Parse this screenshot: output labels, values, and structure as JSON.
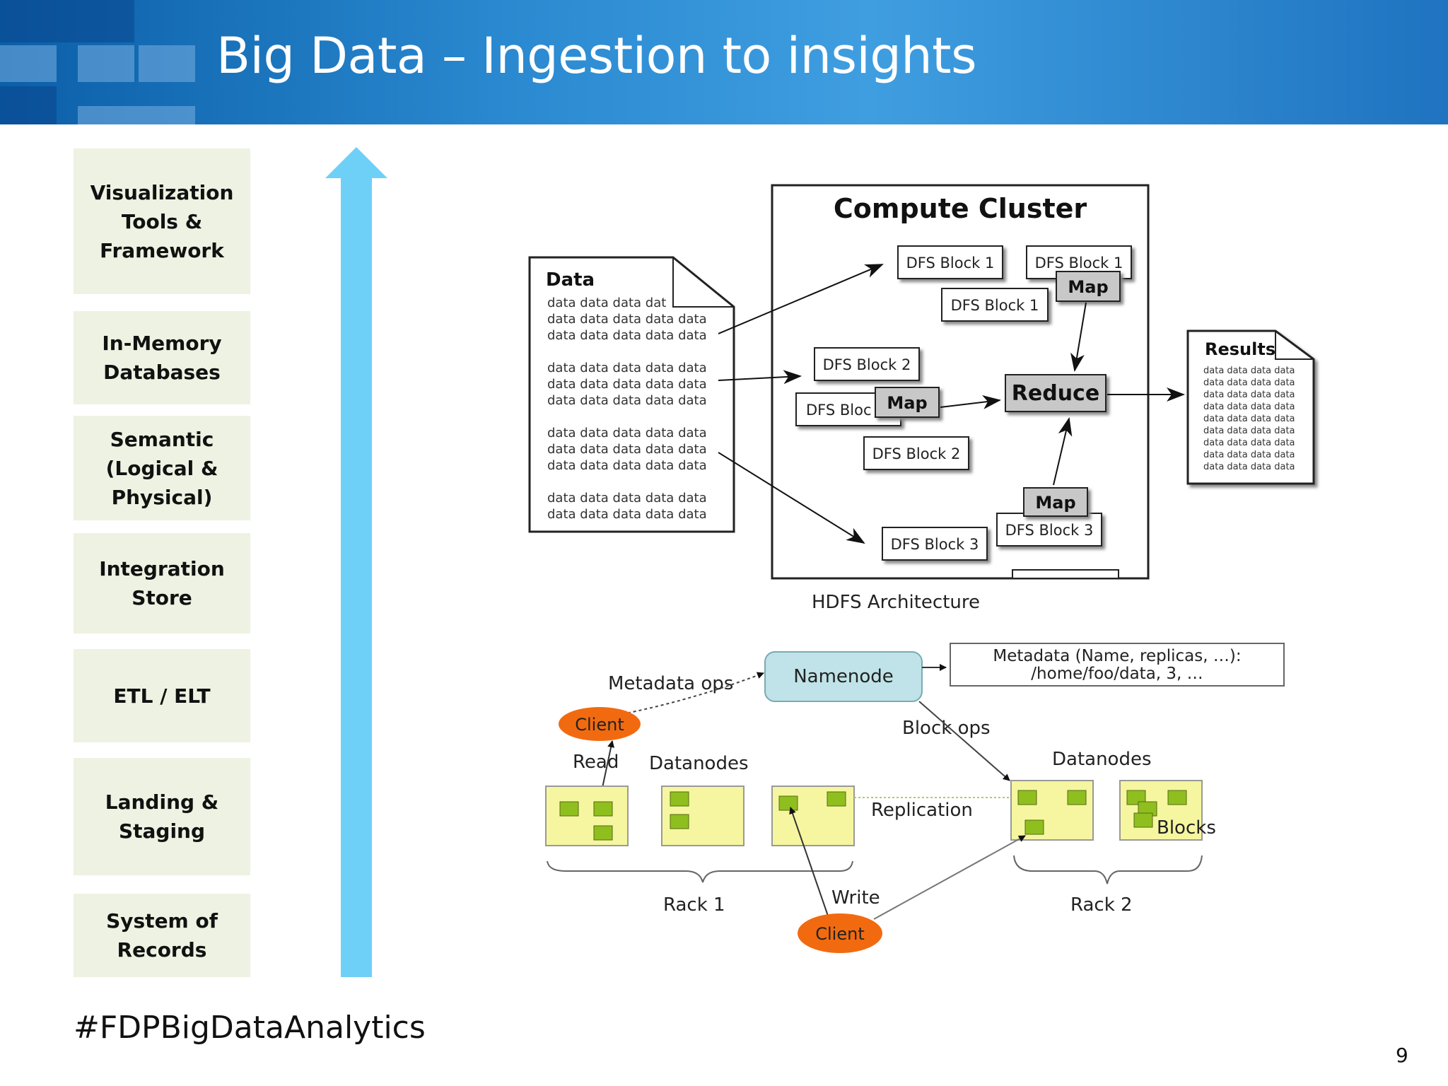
{
  "header": {
    "title": "Big Data – Ingestion to insights",
    "bg_color": "#1f7cc8"
  },
  "layers": [
    {
      "label": "Visualization\nTools &\nFramework"
    },
    {
      "label": "In-Memory\nDatabases"
    },
    {
      "label": "Semantic\n(Logical &\nPhysical)"
    },
    {
      "label": "Integration\nStore"
    },
    {
      "label": "ETL / ELT"
    },
    {
      "label": "Landing &\nStaging"
    },
    {
      "label": "System of\nRecords"
    }
  ],
  "layer_box_color": "#eef2e2",
  "arrow_color": "#6fd0f7",
  "mapreduce": {
    "cluster_title": "Compute Cluster",
    "data_title": "Data",
    "data_line_long": "data data data data data",
    "data_line_short": "data data data dat",
    "dfs_block_1": "DFS Block 1",
    "dfs_block_2": "DFS Block 2",
    "dfs_block_3": "DFS Block 3",
    "dfs_block_2_cut": "DFS Bloc",
    "map": "Map",
    "reduce": "Reduce",
    "results_title": "Results",
    "results_line": "data data data data"
  },
  "hdfs": {
    "caption": "HDFS Architecture",
    "namenode": "Namenode",
    "metadata_line1": "Metadata (Name, replicas, …):",
    "metadata_line2": "/home/foo/data, 3, …",
    "metadata_ops": "Metadata ops",
    "client": "Client",
    "block_ops": "Block ops",
    "read": "Read",
    "datanodes": "Datanodes",
    "replication": "Replication",
    "blocks": "Blocks",
    "rack1": "Rack 1",
    "rack2": "Rack 2",
    "write": "Write",
    "client_color": "#f26a10",
    "namenode_color": "#bfe3e8",
    "datanode_color": "#f6f6a0",
    "block_color": "#8fbf1f"
  },
  "footer": {
    "hashtag": "#FDPBigDataAnalytics",
    "page_number": "9"
  }
}
